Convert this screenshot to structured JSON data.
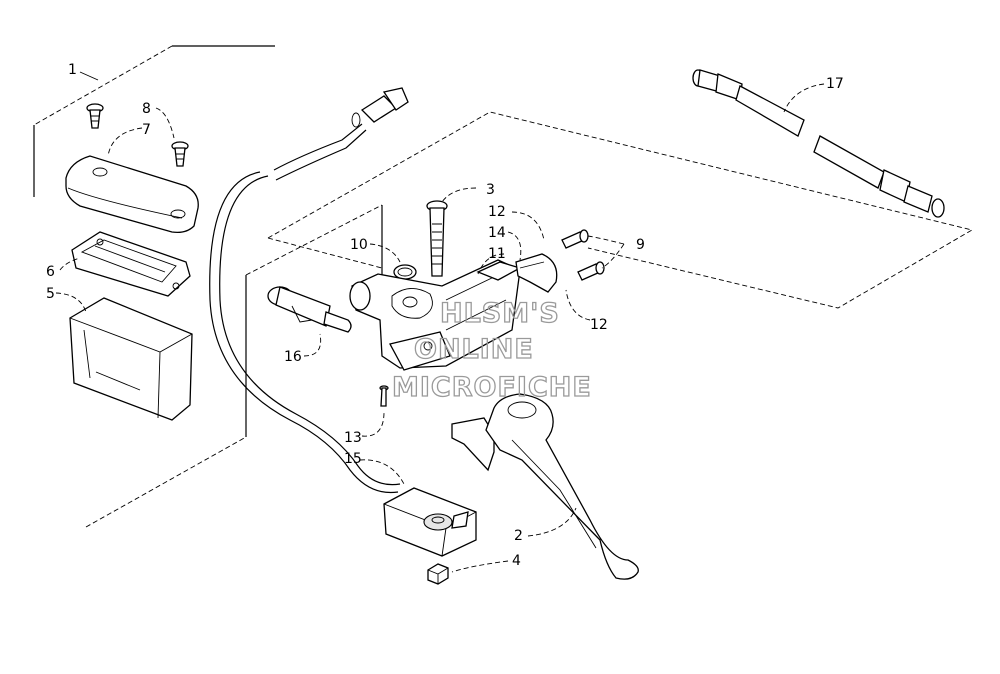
{
  "diagram": {
    "callouts": [
      {
        "id": "1",
        "label": "1"
      },
      {
        "id": "2",
        "label": "2"
      },
      {
        "id": "3",
        "label": "3"
      },
      {
        "id": "4",
        "label": "4"
      },
      {
        "id": "5",
        "label": "5"
      },
      {
        "id": "6",
        "label": "6"
      },
      {
        "id": "7",
        "label": "7"
      },
      {
        "id": "8",
        "label": "8"
      },
      {
        "id": "9",
        "label": "9"
      },
      {
        "id": "10",
        "label": "10"
      },
      {
        "id": "11",
        "label": "11"
      },
      {
        "id": "12a",
        "label": "12"
      },
      {
        "id": "12b",
        "label": "12"
      },
      {
        "id": "13",
        "label": "13"
      },
      {
        "id": "14",
        "label": "14"
      },
      {
        "id": "15",
        "label": "15"
      },
      {
        "id": "16",
        "label": "16"
      },
      {
        "id": "17",
        "label": "17"
      }
    ],
    "watermark": [
      "HLSM'S",
      "ONLINE",
      "MICROFICHE"
    ]
  }
}
